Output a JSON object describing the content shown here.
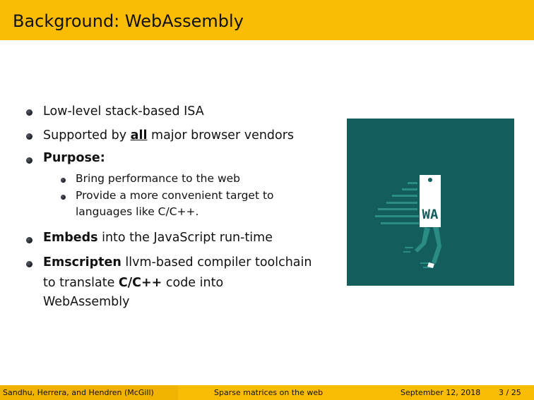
{
  "slide": {
    "title": "Background: WebAssembly"
  },
  "bullets": {
    "b1": "Low-level stack-based ISA",
    "b2_pre": "Supported by ",
    "b2_em": "all",
    "b2_post": " major browser vendors",
    "b3": "Purpose:",
    "s1": "Bring performance to the web",
    "s2a": "Provide a more convenient target to",
    "s2b": "languages like C/C++.",
    "b4_em": "Embeds",
    "b4_post": " into the JavaScript run-time",
    "b5_em": "Emscripten",
    "b5_post": " llvm-based compiler toolchain",
    "b5_l2_pre": "to translate ",
    "b5_l2_em": "C/C++",
    "b5_l2_post": " code into",
    "b5_l3": "WebAssembly"
  },
  "logo": {
    "text": "WA",
    "background": "#135e5c",
    "accent": "#2a8c84",
    "icon": "webassembly-running-logo"
  },
  "footer": {
    "authors": "Sandhu, Herrera, and Hendren  (McGill)",
    "talk_title": "Sparse matrices on the web",
    "date": "September 12, 2018",
    "page": "3 / 25"
  },
  "colors": {
    "bar": "#fbbc05",
    "text": "#111111"
  }
}
